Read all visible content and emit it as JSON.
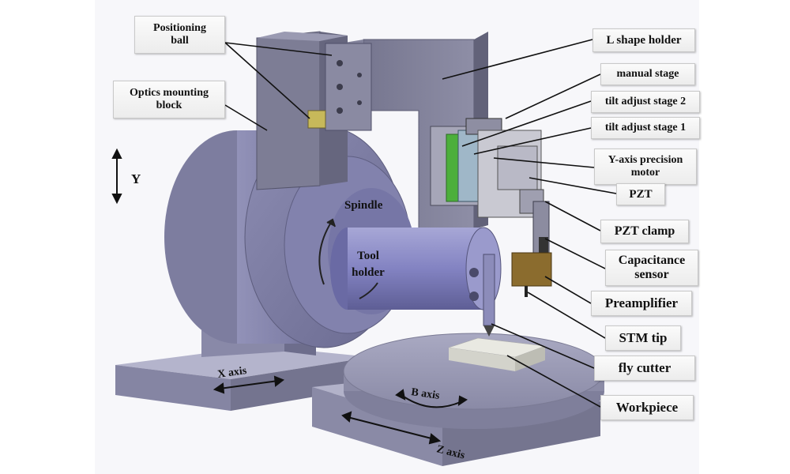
{
  "labels": {
    "positioning_ball": [
      "Positioning",
      "ball"
    ],
    "optics_mounting_block": [
      "Optics mounting",
      "block"
    ],
    "l_shape_holder": "L shape holder",
    "manual_stage": "manual stage",
    "tilt_adjust_stage_2": "tilt adjust stage 2",
    "tilt_adjust_stage_1": "tilt adjust stage 1",
    "y_axis_precision_motor": [
      "Y-axis precision",
      "motor"
    ],
    "pzt": "PZT",
    "pzt_clamp": "PZT clamp",
    "capacitance_sensor": [
      "Capacitance",
      "sensor"
    ],
    "preamplifier": "Preamplifier",
    "stm_tip": "STM tip",
    "fly_cutter": "fly cutter",
    "workpiece": "Workpiece"
  },
  "axis_labels": {
    "y": "Y",
    "x_axis": "X axis",
    "z_axis": "Z axis",
    "b_axis": "B axis",
    "spindle": "Spindle",
    "tool_holder": [
      "Tool",
      "holder"
    ]
  },
  "colors": {
    "machine_body": "#8f8fb3",
    "machine_dark": "#6f6f93",
    "base": "#9696b4",
    "stage_green": "#4caf3c",
    "sensor_brown": "#8b6c2e",
    "workpiece": "#dcdcd4"
  }
}
